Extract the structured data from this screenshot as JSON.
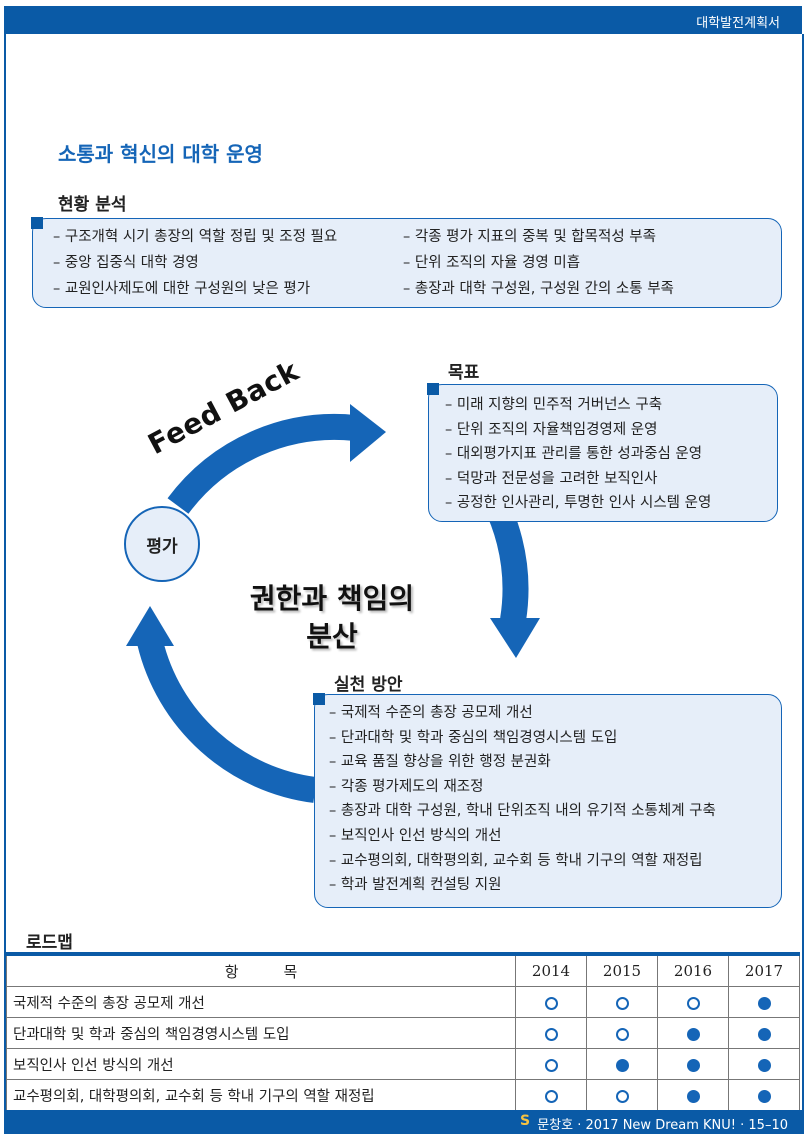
{
  "header": {
    "doc_title": "대학발전계획서"
  },
  "section_title": "소통과 혁신의 대학 운영",
  "status": {
    "label": "현황 분석",
    "items": [
      "– 구조개혁 시기 총장의 역할 정립 및 조정 필요",
      "– 각종 평가 지표의 중복 및 합목적성 부족",
      "– 중앙 집중식 대학 경영",
      "– 단위 조직의 자율 경영 미흡",
      "– 교원인사제도에 대한 구성원의 낮은 평가",
      "– 총장과 대학 구성원, 구성원 간의 소통 부족"
    ]
  },
  "cycle": {
    "feedback": "Feed Back",
    "evaluation": "평가",
    "center_line1": "권한과 책임의",
    "center_line2": "분산",
    "arrow_color": "#1565b7"
  },
  "goals": {
    "label": "목표",
    "items": [
      "– 미래 지향의 민주적 거버넌스 구축",
      "– 단위 조직의 자율책임경영제 운영",
      "– 대외평가지표 관리를 통한 성과중심 운영",
      "– 덕망과 전문성을 고려한 보직인사",
      "– 공정한 인사관리, 투명한 인사 시스템 운영"
    ]
  },
  "actions": {
    "label": "실천 방안",
    "items": [
      "– 국제적 수준의 총장 공모제 개선",
      "– 단과대학 및 학과 중심의 책임경영시스템 도입",
      "– 교육 품질 향상을 위한 행정 분권화",
      "– 각종 평가제도의 재조정",
      "– 총장과 대학 구성원, 학내 단위조직 내의 유기적 소통체계 구축",
      "– 보직인사 인선 방식의 개선",
      "– 교수평의회, 대학평의회, 교수회 등 학내 기구의 역할 재정립",
      "– 학과 발전계획 컨설팅 지원"
    ]
  },
  "roadmap": {
    "label": "로드맵",
    "header_item": "항　　　목",
    "years": [
      "2014",
      "2015",
      "2016",
      "2017"
    ],
    "rows": [
      {
        "item": "국제적 수준의 총장 공모제 개선",
        "marks": [
          "open",
          "open",
          "open",
          "full"
        ]
      },
      {
        "item": "단과대학 및 학과 중심의 책임경영시스템 도입",
        "marks": [
          "open",
          "open",
          "full",
          "full"
        ]
      },
      {
        "item": "보직인사 인선 방식의 개선",
        "marks": [
          "open",
          "full",
          "full",
          "full"
        ]
      },
      {
        "item": "교수평의회, 대학평의회, 교수회 등 학내 기구의 역할 재정립",
        "marks": [
          "open",
          "open",
          "full",
          "full"
        ]
      }
    ]
  },
  "footer": {
    "logo": "S",
    "text": "문창호 · 2017 New Dream KNU! · 15–10"
  }
}
